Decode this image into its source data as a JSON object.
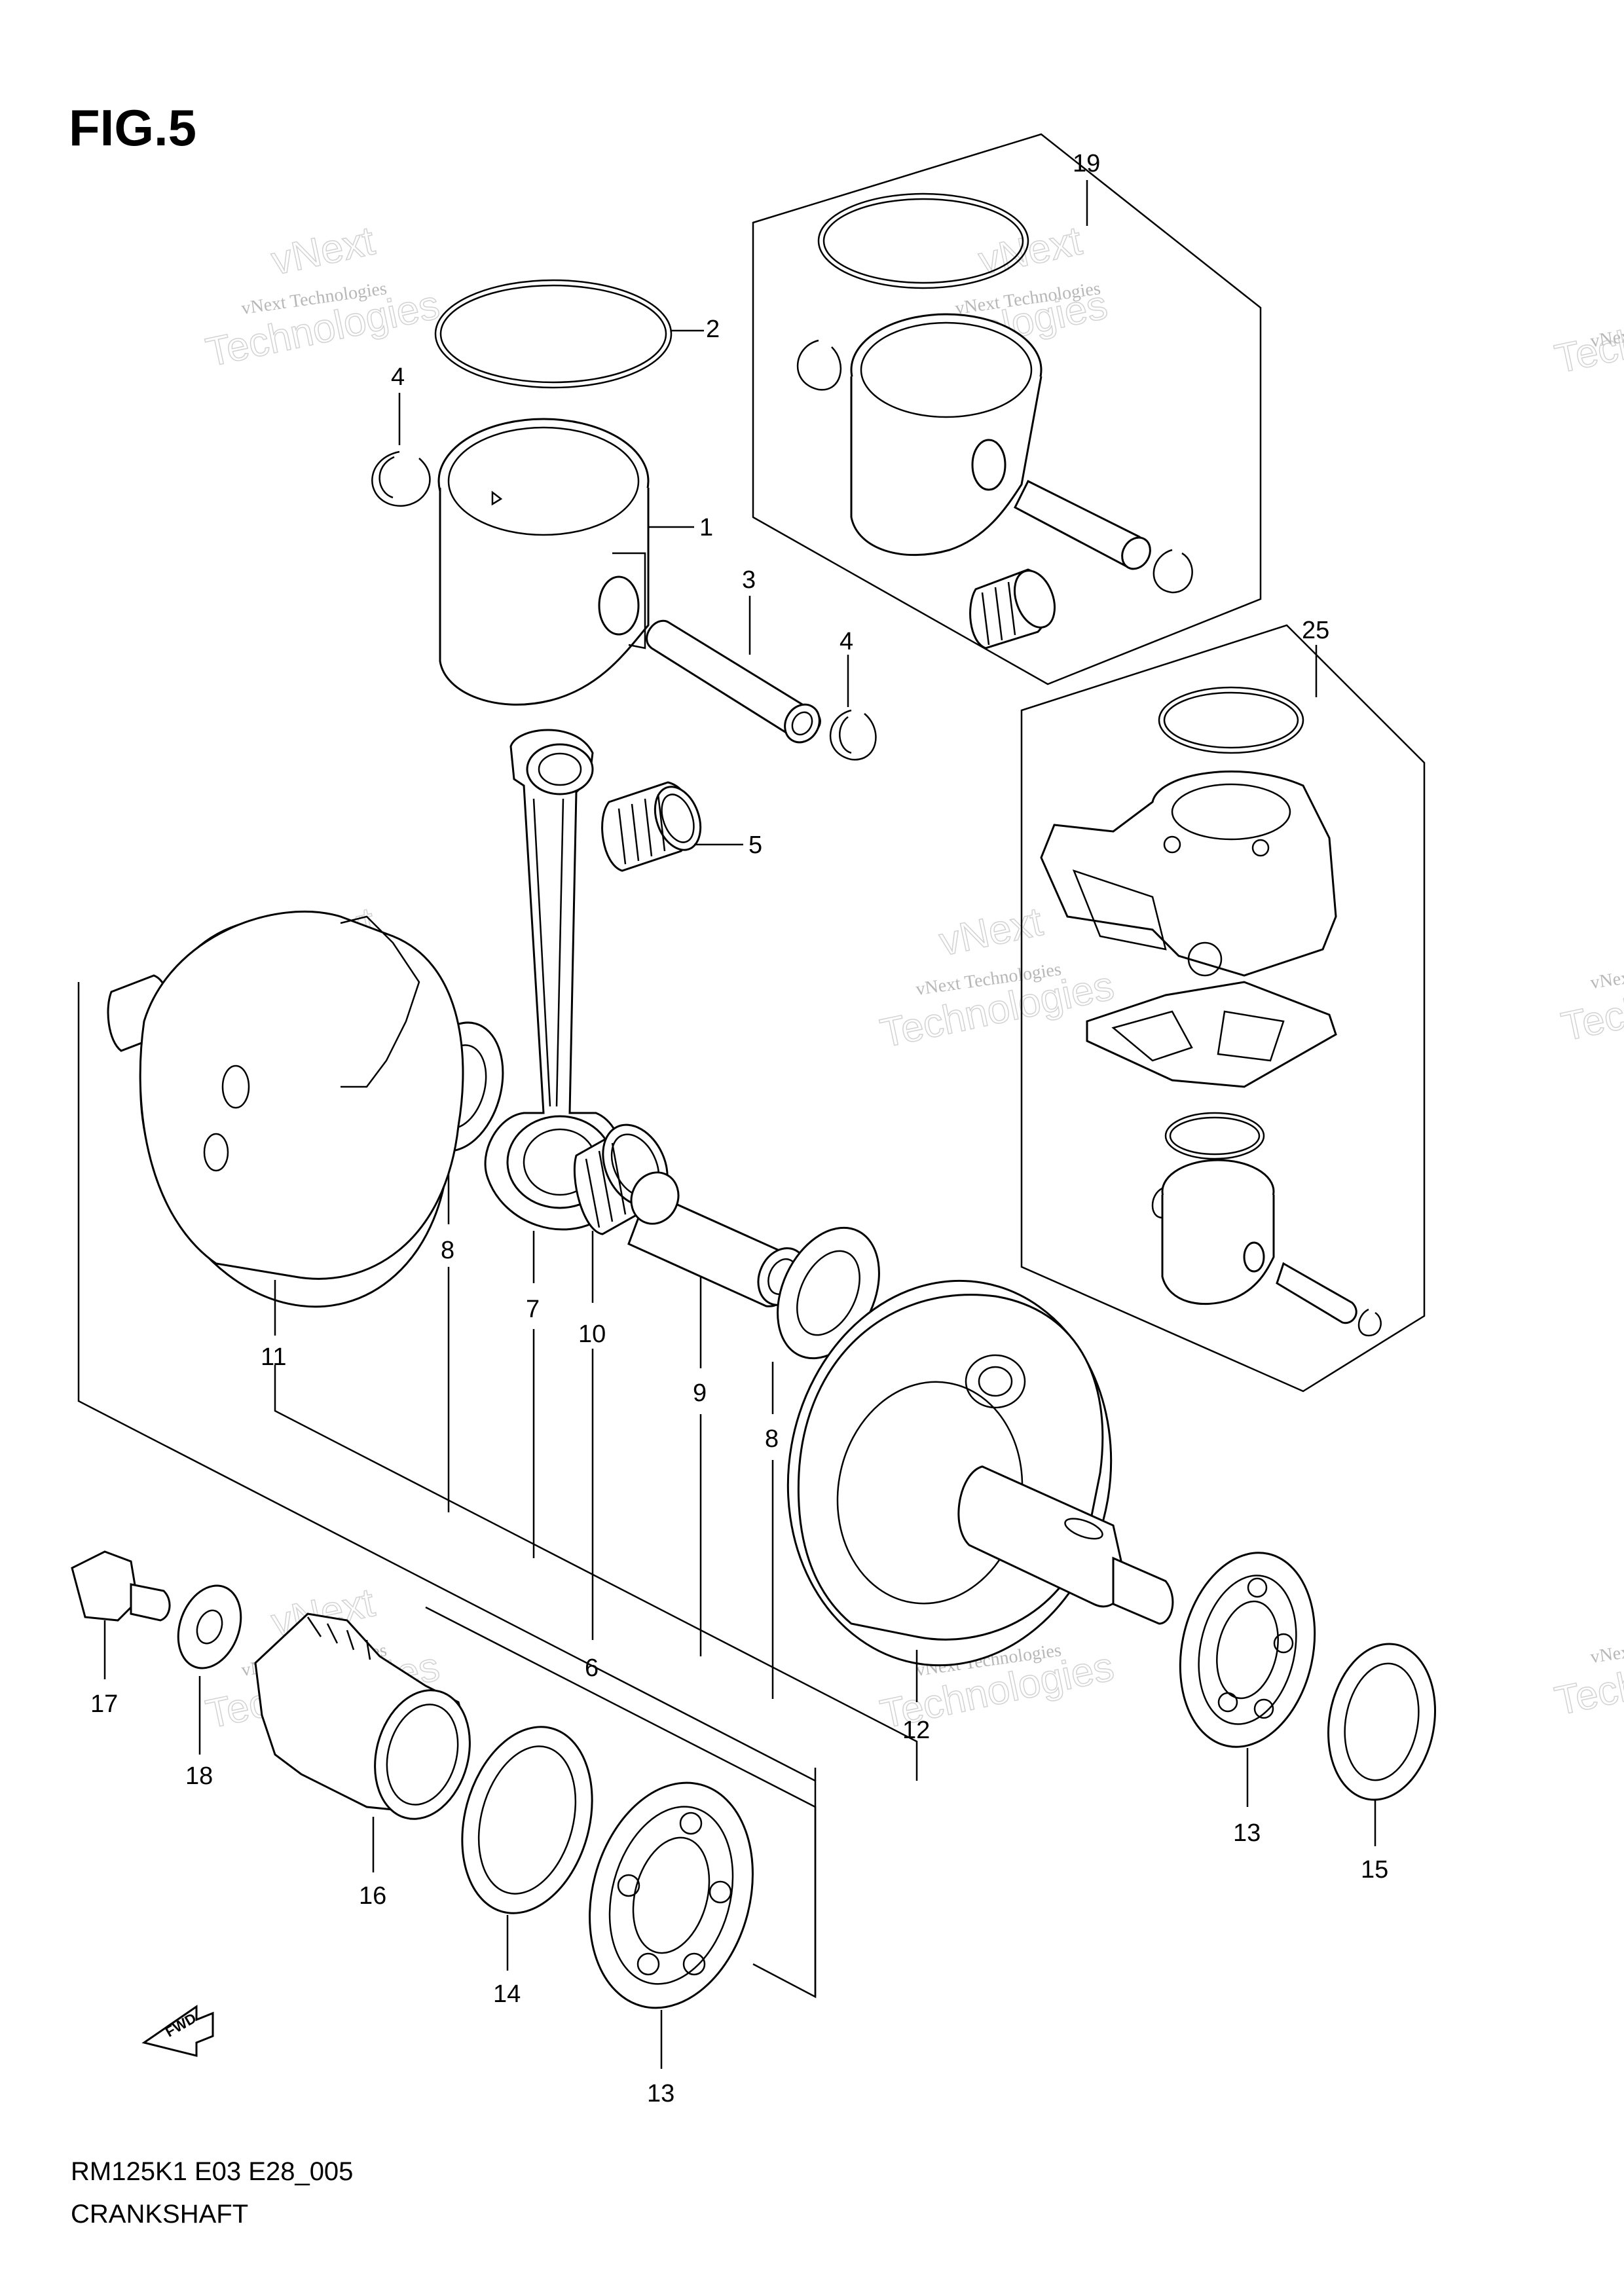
{
  "figure_label": "FIG.5",
  "model_code": "RM125K1 E03 E28_005",
  "section_title": "CRANKSHAFT",
  "direction_badge": "FWD",
  "watermark": {
    "line1": "vNext Technologies",
    "line2": "vNext",
    "line3": "Technologies"
  },
  "callouts": {
    "c1": "1",
    "c2": "2",
    "c3": "3",
    "c4a": "4",
    "c4b": "4",
    "c5": "5",
    "c6": "6",
    "c7": "7",
    "c8a": "8",
    "c8b": "8",
    "c9": "9",
    "c10": "10",
    "c11": "11",
    "c12": "12",
    "c13a": "13",
    "c13b": "13",
    "c14": "14",
    "c15": "15",
    "c16": "16",
    "c17": "17",
    "c18": "18",
    "c19": "19",
    "c25": "25"
  }
}
